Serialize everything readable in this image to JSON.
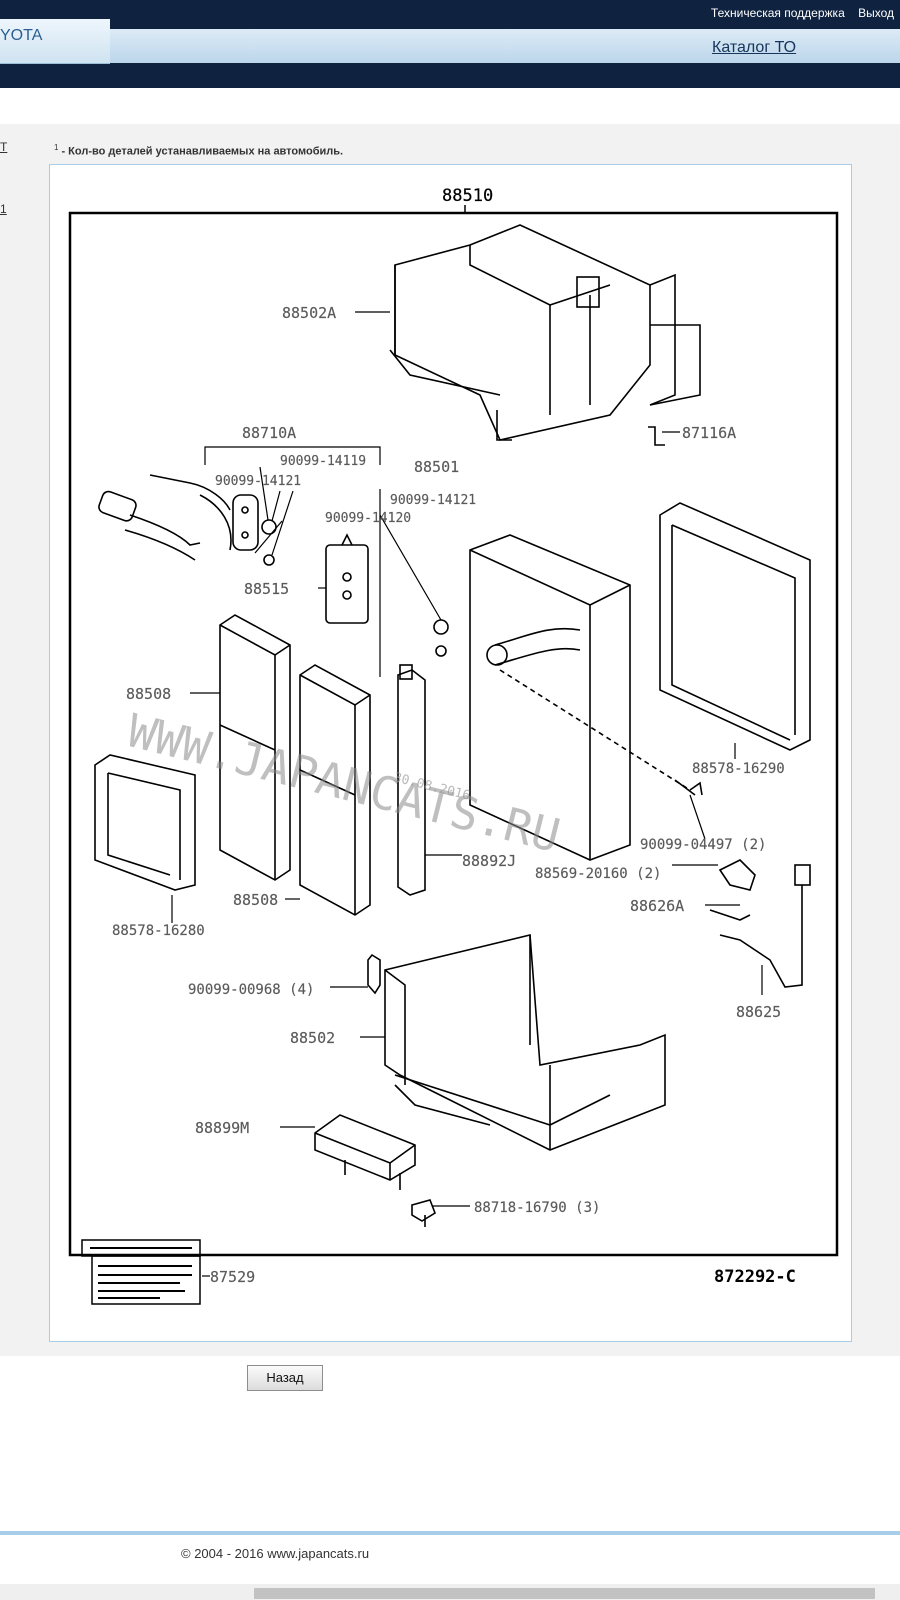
{
  "header": {
    "brand": "YOTA",
    "support_link": "Техническая поддержка",
    "logout_link": "Выход",
    "catalog_link": "Каталог ТО"
  },
  "sidebar": {
    "link1": "T",
    "link2": "1"
  },
  "note": {
    "sup": "1",
    "text": "- Кол-во деталей устанавливаемых на автомобиль."
  },
  "diagram": {
    "top_label": "88510",
    "labels": [
      "88502A",
      "87116A",
      "88710A",
      "90099-14119",
      "90099-14121",
      "88501",
      "90099-14121",
      "90099-14120",
      "88515",
      "88508",
      "88578-16290",
      "90099-04497 (2)",
      "88892J",
      "88569-20160 (2)",
      "88626A",
      "88508",
      "88578-16280",
      "88625",
      "90099-00968 (4)",
      "88502",
      "88899M",
      "88718-16790 (3)",
      "87529"
    ],
    "diagram_code": "872292-C",
    "watermark": "WWW.JAPANCATS.RU",
    "watermark_date": "30.08.2016"
  },
  "actions": {
    "back_button": "Назад"
  },
  "footer": {
    "copyright": "© 2004 - 2016 www.japancats.ru"
  }
}
